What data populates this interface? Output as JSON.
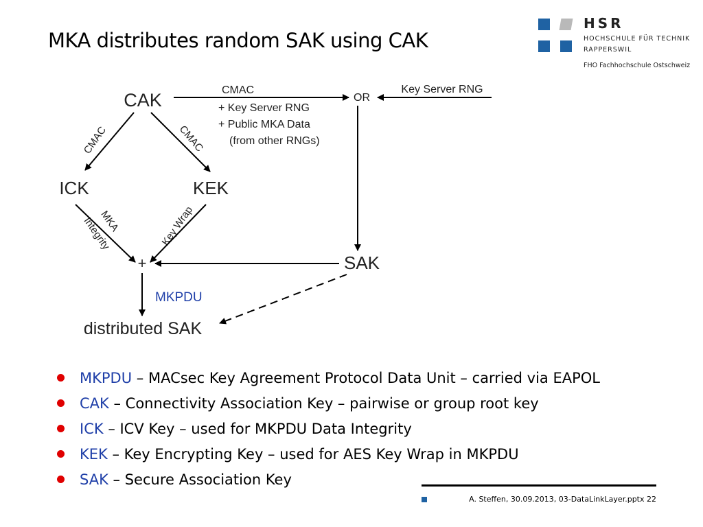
{
  "slide": {
    "title": "MKA distributes random SAK using CAK"
  },
  "logo": {
    "name": "HSR",
    "line1": "HOCHSCHULE FÜR TECHNIK",
    "line2": "RAPPERSWIL",
    "line3": "FHO Fachhochschule Ostschweiz"
  },
  "diagram": {
    "cak": "CAK",
    "ick": "ICK",
    "kek": "KEK",
    "or": "OR",
    "sak": "SAK",
    "plus": "+",
    "distributed_sak": "distributed SAK",
    "key_server_rng": "Key Server RNG",
    "cmac_top": "CMAC",
    "cmac_line2": "+ Key Server RNG",
    "cmac_line3": "+ Public MKA Data",
    "cmac_line4": "(from other RNGs)",
    "cmac_left": "CMAC",
    "cmac_right": "CMAC",
    "mka_integrity_1": "MKA",
    "mka_integrity_2": "Integrity",
    "key_wrap": "Key Wrap",
    "mkpdu": "MKPDU"
  },
  "definitions": [
    {
      "term": "MKPDU",
      "text": " – MACsec Key Agreement Protocol Data Unit – carried via EAPOL"
    },
    {
      "term": "CAK",
      "text": " – Connectivity Association Key – pairwise or group root key"
    },
    {
      "term": "ICK",
      "text": " – ICV Key – used for  MKPDU Data Integrity"
    },
    {
      "term": "KEK",
      "text": " – Key Encrypting Key – used for AES Key Wrap in MKPDU"
    },
    {
      "term": "SAK",
      "text": " – Secure Association Key"
    }
  ],
  "footer": {
    "text": "A. Steffen, 30.09.2013, 03-DataLinkLayer.pptx 22"
  },
  "colors": {
    "accent_blue": "#1f3fa8",
    "bullet_red": "#e00000",
    "logo_blue": "#1f62a3"
  }
}
